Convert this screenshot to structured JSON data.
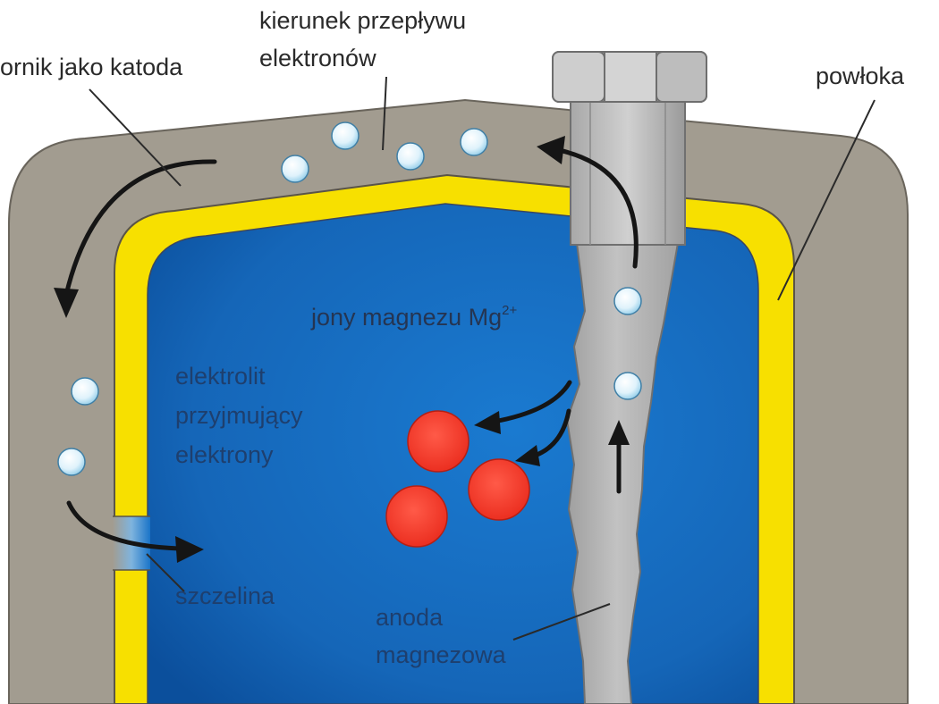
{
  "labels": {
    "cathode": "ornik jako katoda",
    "flow_line1": "kierunek przepływu",
    "flow_line2": "elektronów",
    "coating": "powłoka",
    "ions_base": "jony magnezu Mg",
    "ions_sup": "2+",
    "electrolyte_line1": "elektrolit",
    "electrolyte_line2": "przyjmujący",
    "electrolyte_line3": "elektrony",
    "gap": "szczelina",
    "anode_line1": "anoda",
    "anode_line2": "magnezowa"
  },
  "colors": {
    "shell": "#a29c90",
    "coating": "#f7e000",
    "electrolyte": "#1670c4",
    "electrolyte_deep": "#0b4f9c",
    "anode": "#b4b4b4",
    "bolt": "#c4c4c4",
    "ion": "#dff2fb",
    "electron_acceptor": "#ff3b2b",
    "arrow": "#151515"
  },
  "icons": {
    "ion": "light-blue-sphere",
    "acceptor": "red-sphere",
    "arrow": "curved-arrow"
  }
}
